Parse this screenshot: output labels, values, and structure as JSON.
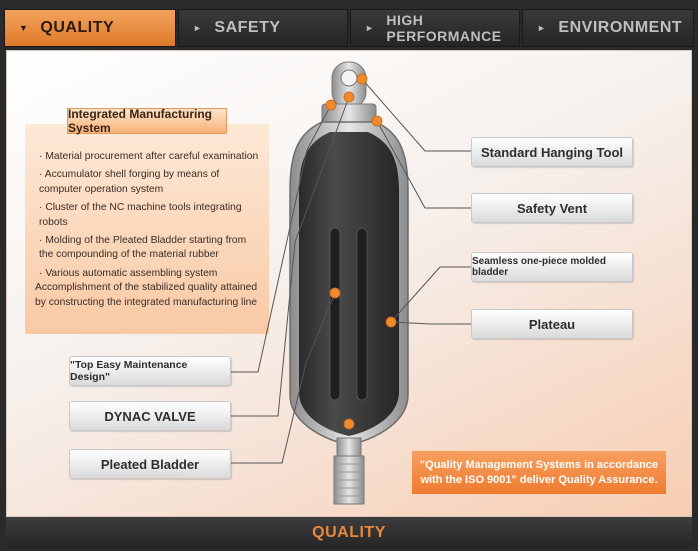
{
  "tabs": [
    {
      "label": "QUALITY",
      "active": true
    },
    {
      "label": "SAFETY",
      "active": false
    },
    {
      "label": "HIGH PERFORMANCE",
      "active": false
    },
    {
      "label": "ENVIRONMENT",
      "active": false
    }
  ],
  "info": {
    "title": "Integrated Manufacturing System",
    "items": [
      "Material procurement after careful examination",
      "Accumulator shell forging by means of computer operation system",
      "Cluster of the NC machine tools integrating robots",
      "Molding of the Pleated Bladder starting from the compounding of the material rubber",
      "Various automatic assembling system"
    ],
    "summary": "Accomplishment of the stabilized quality attained by constructing the integrated manufacturing line"
  },
  "labels": {
    "hanging_tool": "Standard Hanging Tool",
    "safety_vent": "Safety Vent",
    "bladder": "Seamless one-piece molded bladder",
    "plateau": "Plateau",
    "top_easy": "\"Top Easy Maintenance Design\"",
    "dynac_valve": "DYNAC VALVE",
    "pleated_bladder": "Pleated Bladder"
  },
  "note": "\"Quality Management Systems in accordance with the ISO 9001\" deliver Quality Assurance.",
  "footer": "QUALITY",
  "colors": {
    "accent": "#ee7b2f",
    "callout_dot": "#f08a2e",
    "tab_active": "#de7a2a",
    "footer_text": "#e8883a"
  }
}
